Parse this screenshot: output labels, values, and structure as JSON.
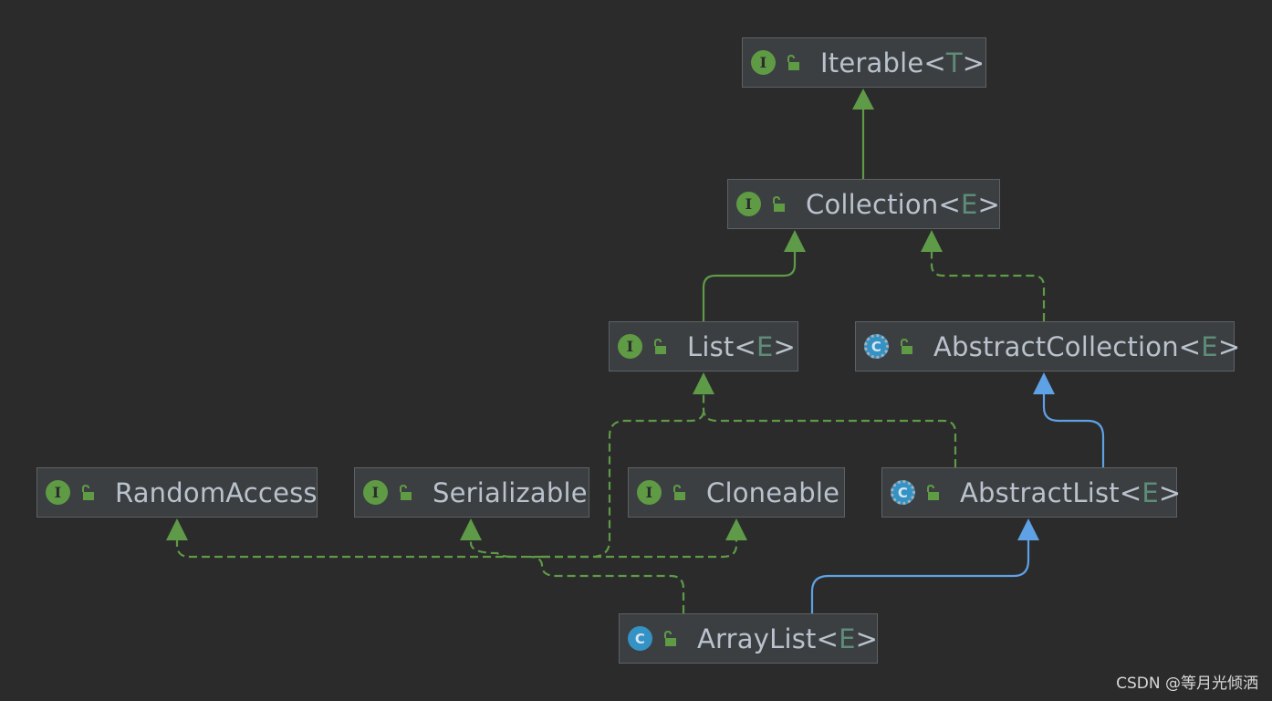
{
  "diagram": {
    "colors": {
      "background": "#2b2b2b",
      "node_fill": "#3c3f41",
      "node_border": "#5e6163",
      "interface_icon": "#5f9a45",
      "class_icon": "#3592c4",
      "extends_edge": "#5ea2e5",
      "interface_edge": "#5e9a47",
      "type_param": "#5e8c78"
    },
    "nodes": {
      "iterable": {
        "kind": "interface",
        "icon": "I",
        "name": "Iterable",
        "lt": "<",
        "param": "T",
        "gt": ">"
      },
      "collection": {
        "kind": "interface",
        "icon": "I",
        "name": "Collection",
        "lt": "<",
        "param": "E",
        "gt": ">"
      },
      "list": {
        "kind": "interface",
        "icon": "I",
        "name": "List",
        "lt": "<",
        "param": "E",
        "gt": ">"
      },
      "abstract_collection": {
        "kind": "abstract-class",
        "icon": "C",
        "name": "AbstractCollection",
        "lt": "<",
        "param": "E",
        "gt": ">"
      },
      "random_access": {
        "kind": "interface",
        "icon": "I",
        "name": "RandomAccess"
      },
      "serializable": {
        "kind": "interface",
        "icon": "I",
        "name": "Serializable"
      },
      "cloneable": {
        "kind": "interface",
        "icon": "I",
        "name": "Cloneable"
      },
      "abstract_list": {
        "kind": "abstract-class",
        "icon": "C",
        "name": "AbstractList",
        "lt": "<",
        "param": "E",
        "gt": ">"
      },
      "array_list": {
        "kind": "class",
        "icon": "C",
        "name": "ArrayList",
        "lt": "<",
        "param": "E",
        "gt": ">"
      }
    },
    "edges": [
      {
        "from": "collection",
        "to": "iterable",
        "relation": "extends-interface",
        "style": "solid"
      },
      {
        "from": "list",
        "to": "collection",
        "relation": "extends-interface",
        "style": "solid"
      },
      {
        "from": "abstract_collection",
        "to": "collection",
        "relation": "implements",
        "style": "dashed"
      },
      {
        "from": "abstract_list",
        "to": "abstract_collection",
        "relation": "extends-class",
        "style": "solid"
      },
      {
        "from": "abstract_list",
        "to": "list",
        "relation": "implements",
        "style": "dashed"
      },
      {
        "from": "array_list",
        "to": "abstract_list",
        "relation": "extends-class",
        "style": "solid"
      },
      {
        "from": "array_list",
        "to": "list",
        "relation": "implements",
        "style": "dashed"
      },
      {
        "from": "array_list",
        "to": "random_access",
        "relation": "implements",
        "style": "dashed"
      },
      {
        "from": "array_list",
        "to": "serializable",
        "relation": "implements",
        "style": "dashed"
      },
      {
        "from": "array_list",
        "to": "cloneable",
        "relation": "implements",
        "style": "dashed"
      }
    ]
  },
  "watermark": "CSDN @等月光倾洒"
}
